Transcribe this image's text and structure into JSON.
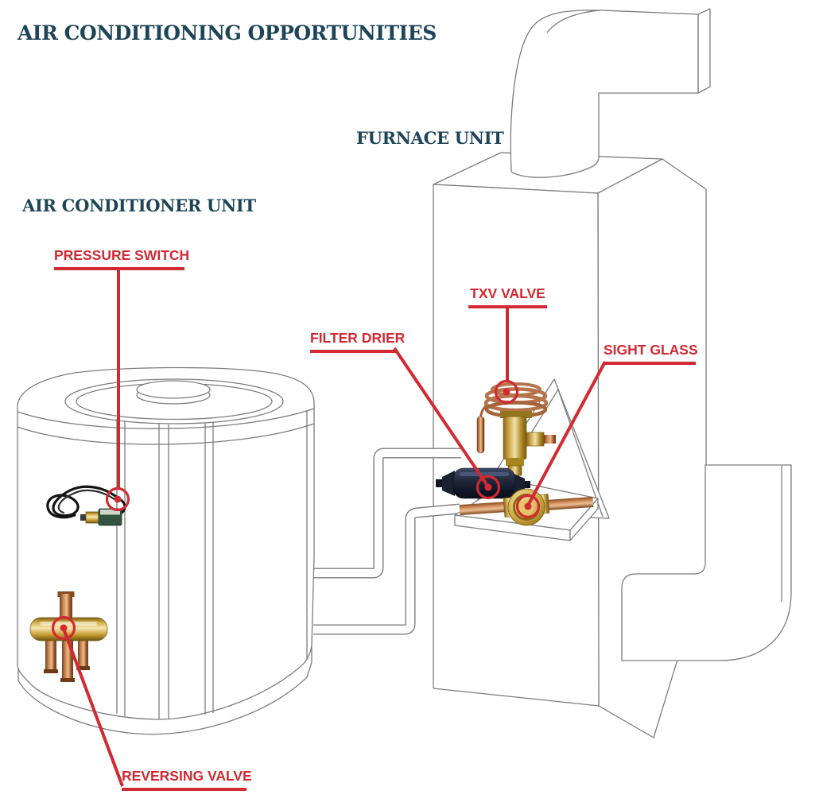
{
  "title": "AIR CONDITIONING OPPORTUNITIES",
  "units": {
    "air_conditioner": "AIR CONDITIONER UNIT",
    "furnace": "FURNACE UNIT"
  },
  "component_labels": {
    "pressure_switch": "PRESSURE SWITCH",
    "txv_valve": "TXV VALVE",
    "filter_drier": "FILTER DRIER",
    "sight_glass": "SIGHT GLASS",
    "reversing_valve": "REVERSING VALVE"
  },
  "colors": {
    "heading_navy": "#1d4457",
    "annotation_red": "#d22932",
    "line_art_gray": "#7c7c7c",
    "background": "#ffffff",
    "brass_gold": "#d3ae4d",
    "copper": "#c0713d",
    "drier_navy": "#1d2533"
  }
}
